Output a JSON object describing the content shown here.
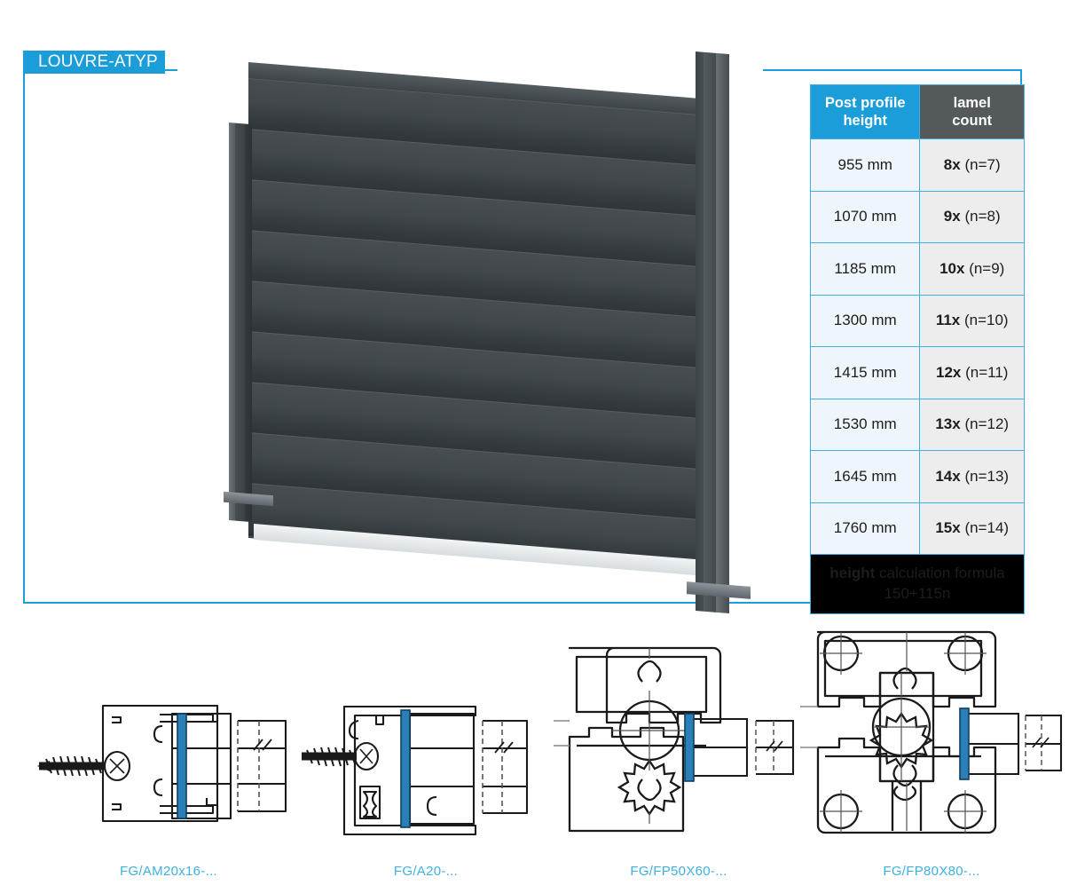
{
  "page": {
    "title_tab": "LOUVRE-ATYP",
    "accent_blue": "#1b9dd9",
    "table_border_blue": "#3fb0e2",
    "header_gray": "#54595c",
    "label_blue": "#3fb0e2"
  },
  "product_image": {
    "name": "louvre-fence-panel-photo",
    "description": "Dark gray aluminium louvre fence panel in perspective with two posts and base plates",
    "panel_color": "#41484c",
    "lamel_visible_count": 9
  },
  "spec_table": {
    "columns": [
      {
        "id": "post_profile_height",
        "label_line1": "Post profile",
        "label_line2": "height"
      },
      {
        "id": "lamel_count",
        "label_line1": "lamel",
        "label_line2": "count"
      }
    ],
    "rows": [
      {
        "height": "955 mm",
        "count": "8x",
        "n": "(n=7)"
      },
      {
        "height": "1070 mm",
        "count": "9x",
        "n": "(n=8)"
      },
      {
        "height": "1185 mm",
        "count": "10x",
        "n": "(n=9)"
      },
      {
        "height": "1300 mm",
        "count": "11x",
        "n": "(n=10)"
      },
      {
        "height": "1415 mm",
        "count": "12x",
        "n": "(n=11)"
      },
      {
        "height": "1530 mm",
        "count": "13x",
        "n": "(n=12)"
      },
      {
        "height": "1645 mm",
        "count": "14x",
        "n": "(n=13)"
      },
      {
        "height": "1760 mm",
        "count": "15x",
        "n": "(n=14)"
      }
    ],
    "footer": {
      "emphasis": "height",
      "text": " calculation formula",
      "formula": "150+115n"
    }
  },
  "drawings": [
    {
      "id": "fg-am20x16",
      "label": "FG/AM20x16-...",
      "kind": "cross-section-screw-fixing"
    },
    {
      "id": "fg-a20",
      "label": "FG/A20-...",
      "kind": "cross-section-angle-profile"
    },
    {
      "id": "fg-fp50x60",
      "label": "FG/FP50X60-...",
      "kind": "cross-section-post-50x60"
    },
    {
      "id": "fg-fp80x80",
      "label": "FG/FP80X80-...",
      "kind": "cross-section-post-80x80"
    }
  ],
  "chart_data": {
    "type": "table",
    "title": "Post profile height vs lamel count",
    "columns": [
      "Post profile height (mm)",
      "lamel count",
      "n"
    ],
    "rows": [
      [
        955,
        8,
        7
      ],
      [
        1070,
        9,
        8
      ],
      [
        1185,
        10,
        9
      ],
      [
        1300,
        11,
        10
      ],
      [
        1415,
        12,
        11
      ],
      [
        1530,
        13,
        12
      ],
      [
        1645,
        14,
        13
      ],
      [
        1760,
        15,
        14
      ]
    ],
    "formula": "height = 150 + 115n"
  }
}
